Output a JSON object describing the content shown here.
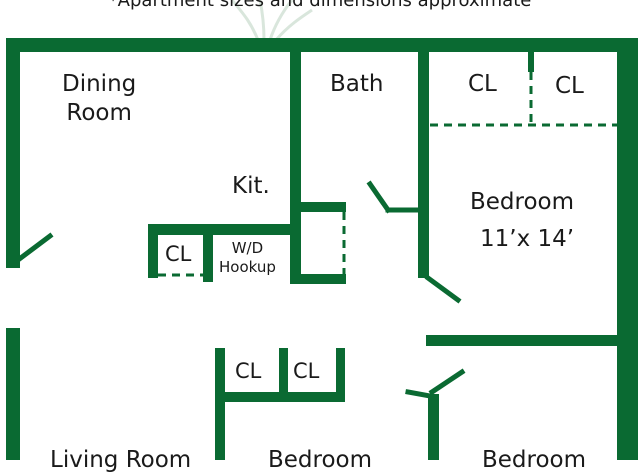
{
  "note": "*Apartment sizes and dimensions approximate",
  "rooms": {
    "dining": "Dining\nRoom",
    "bath": "Bath",
    "kitchen": "Kit.",
    "closet_bath_left": "CL",
    "closet_bath_right": "CL",
    "bedroom_main": "Bedroom",
    "bedroom_main_size": "11’x 14’",
    "closet_kitchen": "CL",
    "washer_dryer": "W/D\nHookup",
    "closet_hall_left": "CL",
    "closet_hall_right": "CL",
    "living_room": "Living Room",
    "bedroom_2": "Bedroom",
    "bedroom_3": "Bedroom"
  },
  "colors": {
    "wall": "#0a6a32",
    "text": "#1a1a1a",
    "background": "#ffffff"
  }
}
